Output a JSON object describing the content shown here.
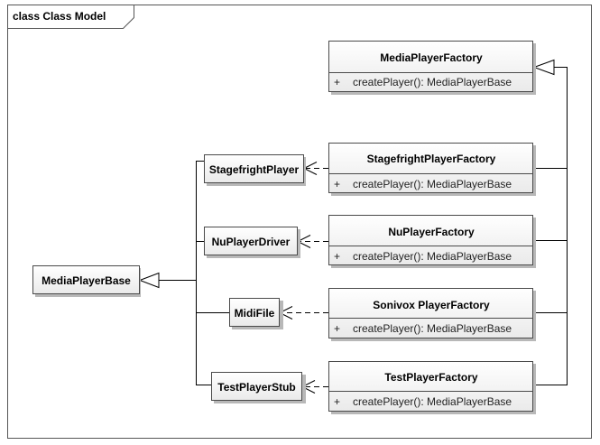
{
  "frame": {
    "label": "class Class Model"
  },
  "factory_base": {
    "name": "MediaPlayerFactory",
    "operation": {
      "visibility": "+",
      "signature": "createPlayer(): MediaPlayerBase"
    }
  },
  "factories": [
    {
      "name": "StagefrightPlayerFactory",
      "operation": {
        "visibility": "+",
        "signature": "createPlayer(): MediaPlayerBase"
      },
      "creates": "StagefrightPlayer"
    },
    {
      "name": "NuPlayerFactory",
      "operation": {
        "visibility": "+",
        "signature": "createPlayer(): MediaPlayerBase"
      },
      "creates": "NuPlayerDriver"
    },
    {
      "name": "Sonivox PlayerFactory",
      "operation": {
        "visibility": "+",
        "signature": "createPlayer(): MediaPlayerBase"
      },
      "creates": "MidiFile"
    },
    {
      "name": "TestPlayerFactory",
      "operation": {
        "visibility": "+",
        "signature": "createPlayer(): MediaPlayerBase"
      },
      "creates": "TestPlayerStub"
    }
  ],
  "players": [
    {
      "name": "StagefrightPlayer"
    },
    {
      "name": "NuPlayerDriver"
    },
    {
      "name": "MidiFile"
    },
    {
      "name": "TestPlayerStub"
    }
  ],
  "base_class": {
    "name": "MediaPlayerBase"
  },
  "colors": {
    "box_fill_top": "#ffffff",
    "box_fill_bottom": "#ececec",
    "box_border": "#4a4a4a",
    "shadow": "#b5b5b5",
    "line": "#000000"
  }
}
